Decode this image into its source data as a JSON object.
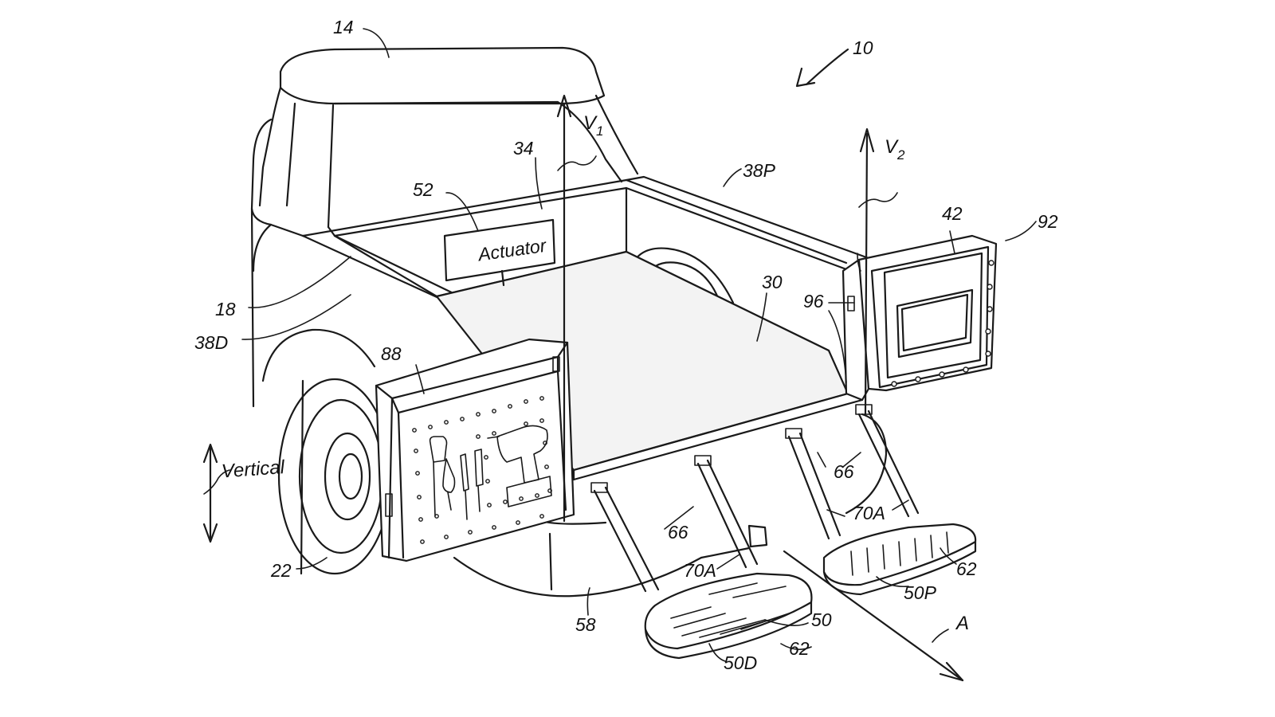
{
  "figure": {
    "title": "",
    "actuator_box_text": "Actuator",
    "vertical_axis_label": "Vertical",
    "direction_label": "A",
    "vector_v1": {
      "base": "V",
      "sub": "1"
    },
    "vector_v2": {
      "base": "V",
      "sub": "2"
    }
  },
  "reference_numerals": {
    "n10": "10",
    "n14": "14",
    "n18": "18",
    "n22": "22",
    "n30": "30",
    "n34": "34",
    "n38D": "38D",
    "n38P": "38P",
    "n42": "42",
    "n50": "50",
    "n50D": "50D",
    "n50P": "50P",
    "n52": "52",
    "n58": "58",
    "n62a": "62",
    "n62b": "62",
    "n66a": "66",
    "n66b": "66",
    "n70Aa": "70A",
    "n70Ab": "70A",
    "n88": "88",
    "n92": "92",
    "n96": "96"
  }
}
